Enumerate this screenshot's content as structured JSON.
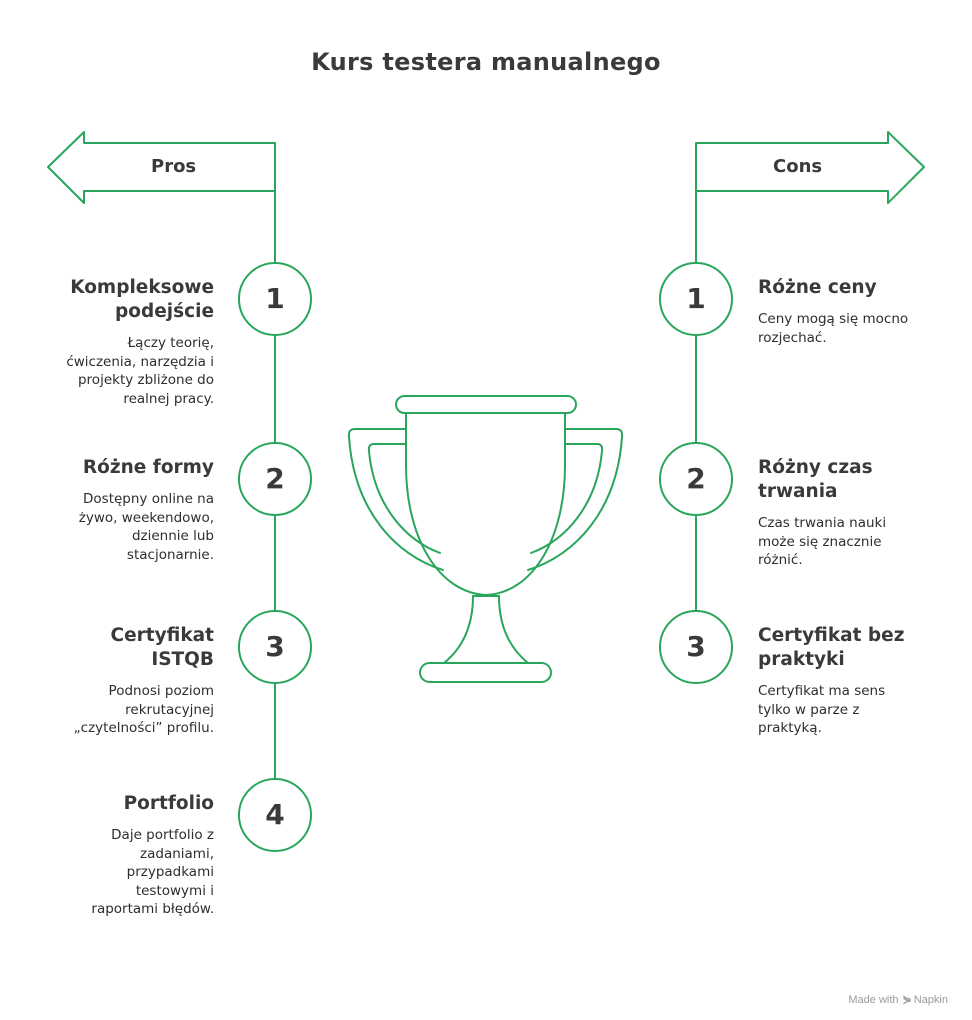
{
  "title": "Kurs testera manualnego",
  "colors": {
    "accent": "#2aa65c",
    "text": "#3a3a3a",
    "background": "#ffffff"
  },
  "pros": {
    "label": "Pros",
    "items": [
      {
        "number": "1",
        "title": "Kompleksowe podejście",
        "description": "Łączy teorię, ćwiczenia, narzędzia i projekty zbliżone do realnej pracy."
      },
      {
        "number": "2",
        "title": "Różne formy",
        "description": "Dostępny online na żywo, weekendowo, dziennie lub stacjonarnie."
      },
      {
        "number": "3",
        "title": "Certyfikat ISTQB",
        "description": "Podnosi poziom rekrutacyjnej „czytelności” profilu."
      },
      {
        "number": "4",
        "title": "Portfolio",
        "description": "Daje portfolio z zadaniami, przypadkami testowymi i raportami błędów."
      }
    ]
  },
  "cons": {
    "label": "Cons",
    "items": [
      {
        "number": "1",
        "title": "Różne ceny",
        "description": "Ceny mogą się mocno rozjechać."
      },
      {
        "number": "2",
        "title": "Różny czas trwania",
        "description": "Czas trwania nauki może się znacznie różnić."
      },
      {
        "number": "3",
        "title": "Certyfikat bez praktyki",
        "description": "Certyfikat ma sens tylko w parze z praktyką."
      }
    ]
  },
  "center_icon": "trophy-icon",
  "footer": {
    "made_with": "Made with",
    "brand": "Napkin",
    "brand_icon": "napkin-logo-icon"
  }
}
